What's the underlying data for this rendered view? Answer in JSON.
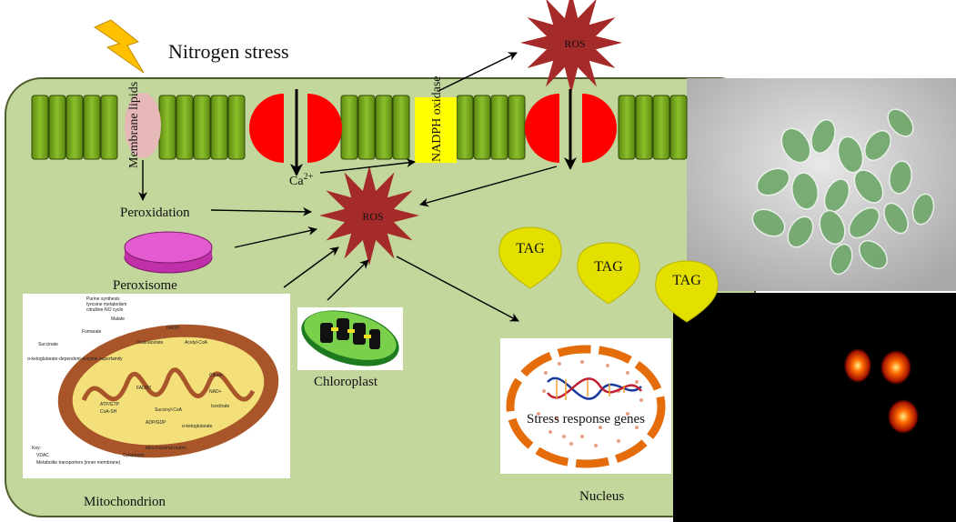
{
  "title": "Nitrogen stress",
  "labels": {
    "membrane_lipids": "Membrane lipids",
    "nadph_oxidase": "NADPH oxidase",
    "ros_top": "ROS",
    "ros_center": "ROS",
    "calcium_base": "Ca",
    "calcium_sup": "2+",
    "peroxidation": "Peroxidation",
    "peroxisome": "Peroxisome",
    "chloroplast": "Chloroplast",
    "mitochondrion": "Mitochondrion",
    "nucleus": "Nucleus",
    "stress_genes": "Stress response genes",
    "tag": [
      "TAG",
      "TAG",
      "TAG"
    ]
  },
  "mito_text": [
    "Purine synthesis",
    "tyrosine metabolism",
    "citrulline-NO cycle",
    "Fumarate",
    "Malate",
    "Succinate",
    "Oxaloacetate",
    "Acetyl-CoA",
    "Citrate",
    "Isocitrate",
    "α-ketoglutarate",
    "Succinyl-CoA",
    "NADH",
    "FADH2",
    "ADP/GDP",
    "ATP/GTP",
    "CoA-SH",
    "NAD+",
    "α-ketoglutarate-dependent enzyme superfamily",
    "Mitochondrial matrix",
    "Cytoplasm",
    "Key:",
    "VDAC",
    "Metabolite transporters (inner membrane)"
  ],
  "colors": {
    "cell": "#c3d69b",
    "cell_border": "#4f5d2e",
    "membrane_cylinder": "#77a320",
    "channel": "#ff0000",
    "ros": "#a52a2a",
    "tag": "#e3e000",
    "peroxisome": "#e040c8",
    "lipid": "#e6b8b7",
    "nadph": "#ffff00",
    "lightning": "#ffc000",
    "nucleus_ring": "#e46c0a"
  },
  "icons": [
    "lightning-icon",
    "dna-helix-icon"
  ]
}
